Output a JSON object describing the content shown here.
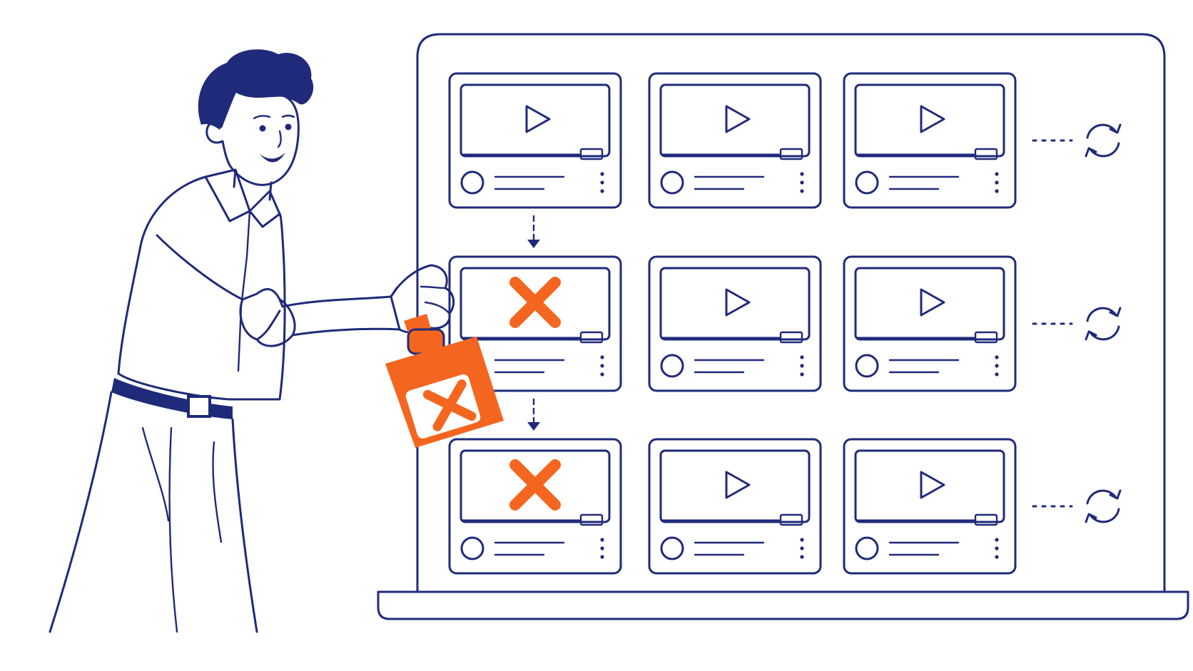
{
  "colors": {
    "ink": "#1f2a7a",
    "accent": "#f4661f",
    "background": "#ffffff"
  },
  "illustration": {
    "rows": 3,
    "columns": 3,
    "rejected_cells": [
      [
        1,
        0
      ],
      [
        2,
        0
      ]
    ],
    "row_end_icon": "refresh-icon",
    "card_icon": "play-icon",
    "reject_icon": "x-mark-icon",
    "stamp_icon": "reject-stamp-icon"
  }
}
